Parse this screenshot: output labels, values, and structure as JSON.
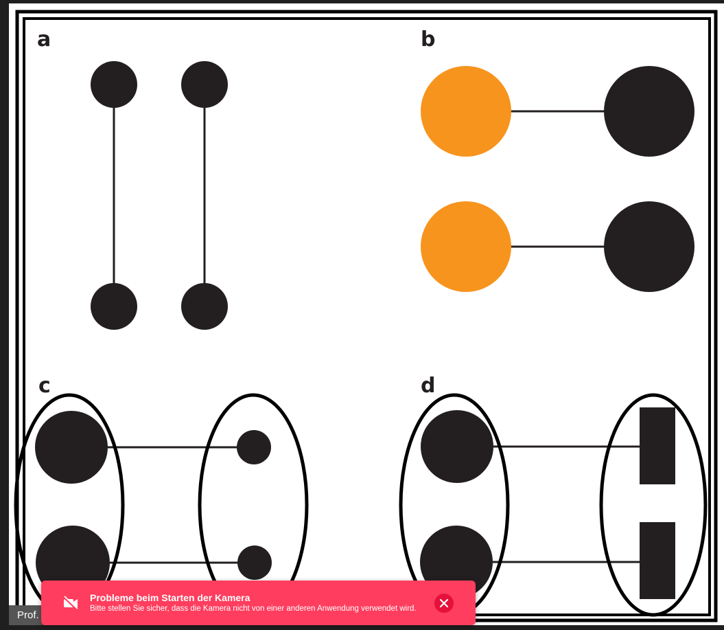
{
  "shared_screen": {
    "panels": [
      {
        "label": "a"
      },
      {
        "label": "b"
      },
      {
        "label": "c"
      },
      {
        "label": "d"
      }
    ],
    "colors": {
      "node_dark": "#231f20",
      "node_orange": "#f7941d",
      "frame": "#000000"
    }
  },
  "participant": {
    "name": "Prof."
  },
  "notification": {
    "icon": "camera-off-icon",
    "title": "Probleme beim Starten der Kamera",
    "message": "Bitte stellen Sie sicher, dass die Kamera nicht von einer anderen Anwendung verwendet wird.",
    "close_icon": "close-icon",
    "color": "#ff3d5e"
  }
}
